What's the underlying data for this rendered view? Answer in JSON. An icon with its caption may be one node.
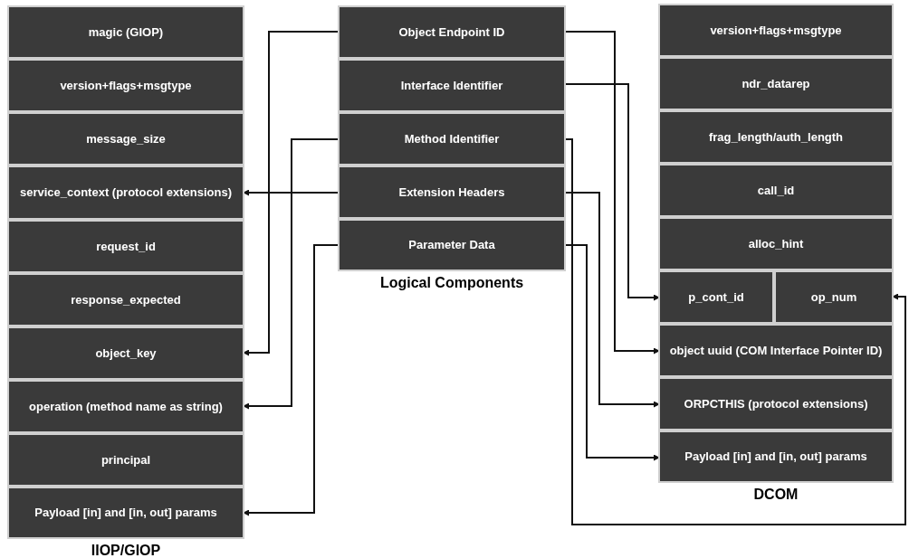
{
  "diagram": {
    "nodes": [
      {
        "text": [
          "IIOP/GIOP"
        ]
      },
      {
        "text": [
          "magic (GIOP)"
        ],
        "in": 0
      },
      {
        "text": [
          "version+flags+msgtype"
        ],
        "in": 0
      },
      {
        "text": [
          "message_size"
        ],
        "in": 0
      },
      {
        "text": [
          "service_context (protocol extensions)"
        ],
        "in": 0
      },
      {
        "text": [
          "request_id"
        ],
        "in": 0
      },
      {
        "text": [
          "response_expected"
        ],
        "in": 0
      },
      {
        "text": [
          "object_key"
        ],
        "in": 0
      },
      {
        "text": [
          "operation (method name as string)"
        ],
        "in": 0
      },
      {
        "text": [
          "principal"
        ],
        "in": 0
      },
      {
        "text": [
          "Payload [in] and [in, out] params"
        ],
        "in": 0
      },
      {
        "text": [
          "Logical Components"
        ]
      },
      {
        "text": [
          "Object Endpoint ID"
        ],
        "in": 11
      },
      {
        "text": [
          "Interface Identifier"
        ],
        "in": 11
      },
      {
        "text": [
          "Method Identifier"
        ],
        "in": 11
      },
      {
        "text": [
          "Extension Headers"
        ],
        "in": 11
      },
      {
        "text": [
          "Parameter Data"
        ],
        "in": 11
      },
      {
        "text": [
          "DCOM"
        ]
      },
      {
        "text": [
          "version+flags+msgtype"
        ],
        "in": 17
      },
      {
        "text": [
          "ndr_datarep"
        ],
        "in": 17
      },
      {
        "text": [
          "frag_length/auth_length"
        ],
        "in": 17
      },
      {
        "text": [
          "call_id"
        ],
        "in": 17
      },
      {
        "text": [
          "alloc_hint"
        ],
        "in": 17
      },
      {
        "text": [
          "p_cont_id"
        ],
        "in": 17
      },
      {
        "text": [
          "op_num"
        ],
        "in": 17
      },
      {
        "text": [
          "object uuid (COM Interface Pointer ID)"
        ],
        "in": 17
      },
      {
        "text": [
          "ORPCTHIS (protocol extensions)"
        ],
        "in": 17
      },
      {
        "text": [
          "Payload [in] and [in, out] params"
        ],
        "in": 17
      }
    ],
    "edges": [
      {
        "from": 12,
        "to": 7,
        "arrow": "to"
      },
      {
        "from": 14,
        "to": 8,
        "arrow": "to"
      },
      {
        "from": 15,
        "to": 4,
        "arrow": "to"
      },
      {
        "from": 16,
        "to": 10,
        "arrow": "to"
      },
      {
        "from": 12,
        "to": 25,
        "arrow": "to"
      },
      {
        "from": 13,
        "to": 23,
        "arrow": "to"
      },
      {
        "from": 14,
        "to": 24,
        "arrow": "to"
      },
      {
        "from": 15,
        "to": 26,
        "arrow": "to"
      },
      {
        "from": 16,
        "to": 27,
        "arrow": "to"
      }
    ]
  }
}
